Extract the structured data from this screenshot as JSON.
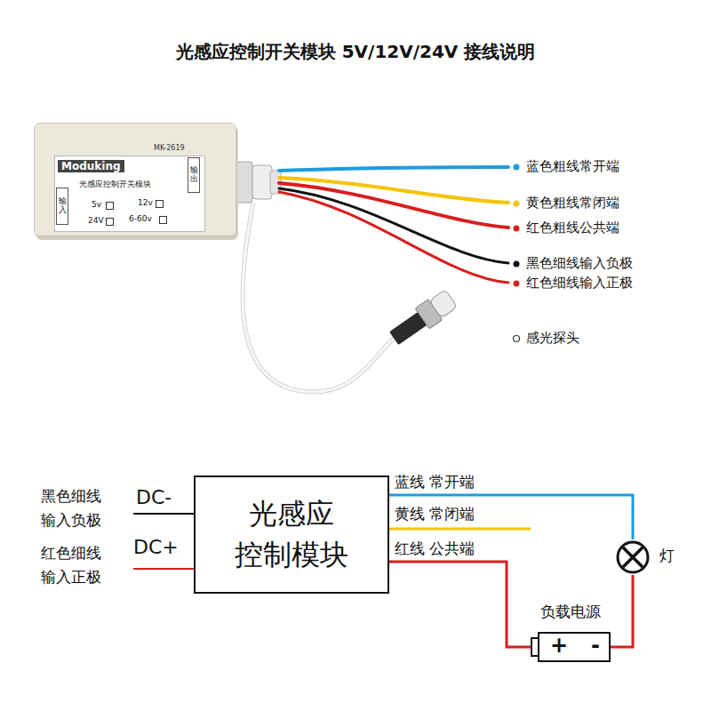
{
  "diagram": {
    "title": "光感应控制开关模块 5V/12V/24V 接线说明",
    "nodes": [
      {
        "text": [
          "Moduking",
          "MK-2619",
          "光感应控制开关模块",
          "输入",
          "5v",
          "12v",
          "24V",
          "6-60v",
          "输出"
        ]
      },
      {
        "text": [
          "光感应 控制模块"
        ]
      },
      {
        "text": [
          "灯"
        ]
      },
      {
        "text": [
          "负载电源",
          "+",
          "-"
        ]
      }
    ],
    "edges": [
      {
        "from": 1,
        "to": 2,
        "arrow": "none",
        "label": "蓝线 常开端"
      },
      {
        "from": 1,
        "to": 3,
        "arrow": "none",
        "label": "红线 公共端"
      },
      {
        "from": 2,
        "to": 3,
        "arrow": "none"
      }
    ],
    "labels": [
      "蓝色粗线常开端",
      "黄色粗线常闭端",
      "红色粗线公共端",
      "黑色细线输入负极",
      "红色细线输入正极",
      "感光探头",
      "黑色细线 输入负极",
      "DC-",
      "红色细线 输入正极",
      "DC+",
      "黄线 常闭端"
    ]
  }
}
